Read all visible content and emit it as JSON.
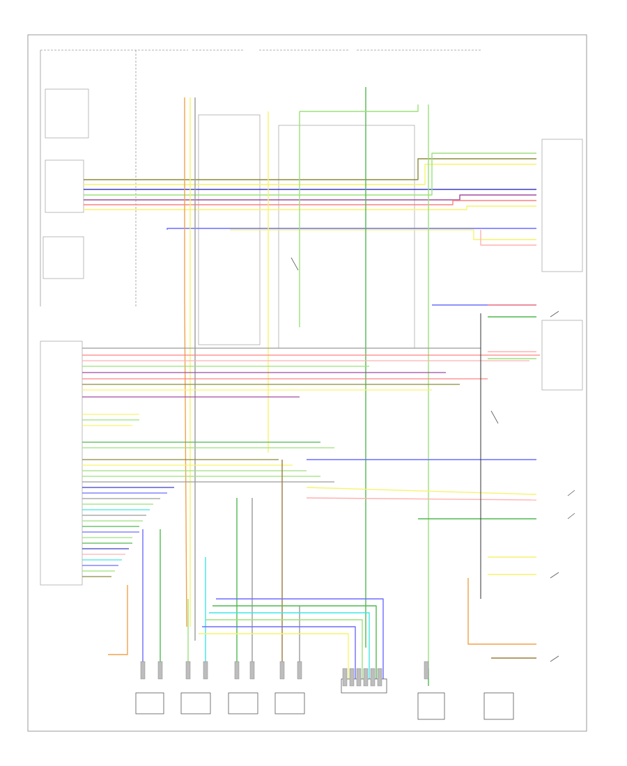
{
  "diagram": {
    "footer_code": "",
    "bottom_components": [
      {
        "key": "lf_sensor",
        "label": ""
      },
      {
        "key": "rf_sensor",
        "label": ""
      },
      {
        "key": "lr_sensor",
        "label": ""
      },
      {
        "key": "rr_sensor",
        "label": ""
      },
      {
        "key": "connector",
        "label": ""
      },
      {
        "key": "brake_switch",
        "label": ""
      },
      {
        "key": "lr_relay",
        "label": ""
      }
    ],
    "colors": {
      "red": "#ff8080",
      "pink": "#ffb0b0",
      "yellow": "#f6f46a",
      "lightgreen": "#9be07a",
      "green": "#4fb84f",
      "blue": "#6c6cff",
      "darkblue": "#3b3bc8",
      "cyan": "#3ee6e6",
      "orange": "#f0a24a",
      "brown": "#9a7b3c",
      "olive": "#8a8a3a",
      "purple": "#a04aa0",
      "gray": "#9a9a9a",
      "black": "#333333"
    }
  }
}
